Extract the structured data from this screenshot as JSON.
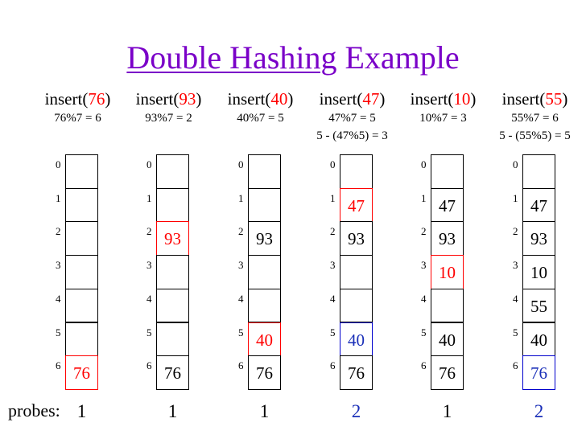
{
  "title": {
    "part1": "Double Hashing",
    "part2": "Example"
  },
  "probes_label": "probes:",
  "columns": [
    {
      "insert_prefix": "insert(",
      "insert_arg": "76",
      "insert_suffix": ")",
      "calc1": "76%7 = 6",
      "calc2": "",
      "indices": [
        "0",
        "1",
        "2",
        "3",
        "4",
        "5",
        "6"
      ],
      "cells": [
        "",
        "",
        "",
        "",
        "",
        "",
        "76"
      ],
      "cell_styles": [
        "none",
        "none",
        "none",
        "none",
        "none",
        "none",
        "red"
      ],
      "probes": "1",
      "probe_color": "black"
    },
    {
      "insert_prefix": "insert(",
      "insert_arg": "93",
      "insert_suffix": ")",
      "calc1": "93%7 = 2",
      "calc2": "",
      "indices": [
        "0",
        "1",
        "2",
        "3",
        "4",
        "5",
        "6"
      ],
      "cells": [
        "",
        "",
        "93",
        "",
        "",
        "",
        "76"
      ],
      "cell_styles": [
        "none",
        "none",
        "red",
        "none",
        "none",
        "none",
        "black"
      ],
      "probes": "1",
      "probe_color": "black"
    },
    {
      "insert_prefix": "insert(",
      "insert_arg": "40",
      "insert_suffix": ")",
      "calc1": "40%7 = 5",
      "calc2": "",
      "indices": [
        "0",
        "1",
        "2",
        "3",
        "4",
        "5",
        "6"
      ],
      "cells": [
        "",
        "",
        "93",
        "",
        "",
        "40",
        "76"
      ],
      "cell_styles": [
        "none",
        "none",
        "black",
        "none",
        "none",
        "red",
        "black"
      ],
      "probes": "1",
      "probe_color": "black"
    },
    {
      "insert_prefix": "insert(",
      "insert_arg": "47",
      "insert_suffix": ")",
      "calc1": "47%7 = 5",
      "calc2": "5 - (47%5) = 3",
      "indices": [
        "0",
        "1",
        "2",
        "3",
        "4",
        "5",
        "6"
      ],
      "cells": [
        "",
        "47",
        "93",
        "",
        "",
        "40",
        "76"
      ],
      "cell_styles": [
        "none",
        "red",
        "black",
        "none",
        "none",
        "blue",
        "black"
      ],
      "probes": "2",
      "probe_color": "blue"
    },
    {
      "insert_prefix": "insert(",
      "insert_arg": "10",
      "insert_suffix": ")",
      "calc1": "10%7 = 3",
      "calc2": "",
      "indices": [
        "0",
        "1",
        "2",
        "3",
        "4",
        "5",
        "6"
      ],
      "cells": [
        "",
        "47",
        "93",
        "10",
        "",
        "40",
        "76"
      ],
      "cell_styles": [
        "none",
        "black",
        "black",
        "red",
        "none",
        "black",
        "black"
      ],
      "probes": "1",
      "probe_color": "black"
    },
    {
      "insert_prefix": "insert(",
      "insert_arg": "55",
      "insert_suffix": ")",
      "calc1": "55%7 = 6",
      "calc2": "5 - (55%5) = 5",
      "indices": [
        "0",
        "1",
        "2",
        "3",
        "4",
        "5",
        "6"
      ],
      "cells": [
        "",
        "47",
        "93",
        "10",
        "55",
        "40",
        "76"
      ],
      "cell_styles": [
        "none",
        "black",
        "black",
        "black",
        "black",
        "black",
        "blue"
      ],
      "probes": "2",
      "probe_color": "blue"
    }
  ]
}
